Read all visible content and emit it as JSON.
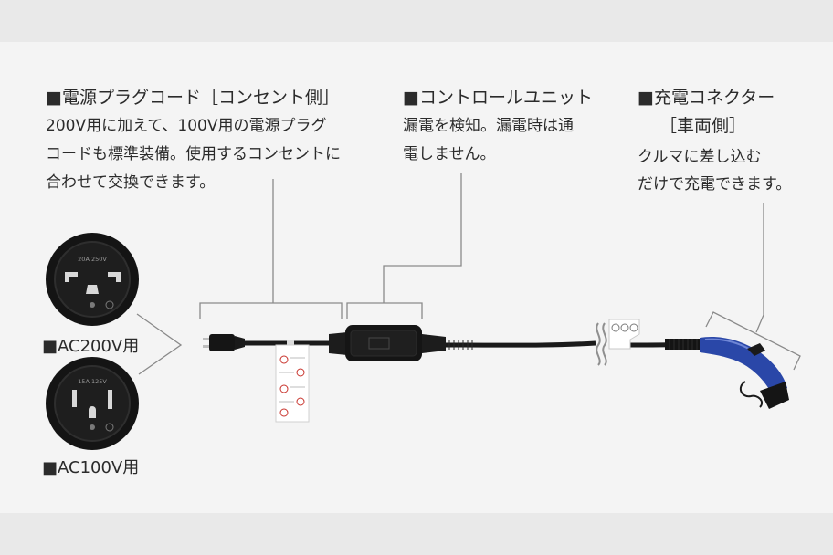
{
  "callouts": {
    "power_cord": {
      "title": "■電源プラグコード［コンセント側］",
      "lines": [
        "200V用に加えて、100V用の電源プラグ",
        "コードも標準装備。使用するコンセントに",
        "合わせて交換できます。"
      ]
    },
    "control_unit": {
      "title": "■コントロールユニット",
      "lines": [
        "漏電を検知。漏電時は通",
        "電しません。"
      ]
    },
    "connector": {
      "title": "■充電コネクター",
      "subtitle": "［車両側］",
      "lines": [
        "クルマに差し込む",
        "だけで充電できます。"
      ]
    }
  },
  "plugs": [
    {
      "label": "■AC200V用",
      "rating": "20A 250V"
    },
    {
      "label": "■AC100V用",
      "rating": "15A 125V"
    }
  ],
  "colors": {
    "panel_bg": "#f4f4f4",
    "outer_bg": "#e9e9e9",
    "leader_line": "#8a8a8a",
    "cable": "#1a1a1a",
    "connector_blue": "#2a47a8",
    "text": "#2b2b2b"
  }
}
